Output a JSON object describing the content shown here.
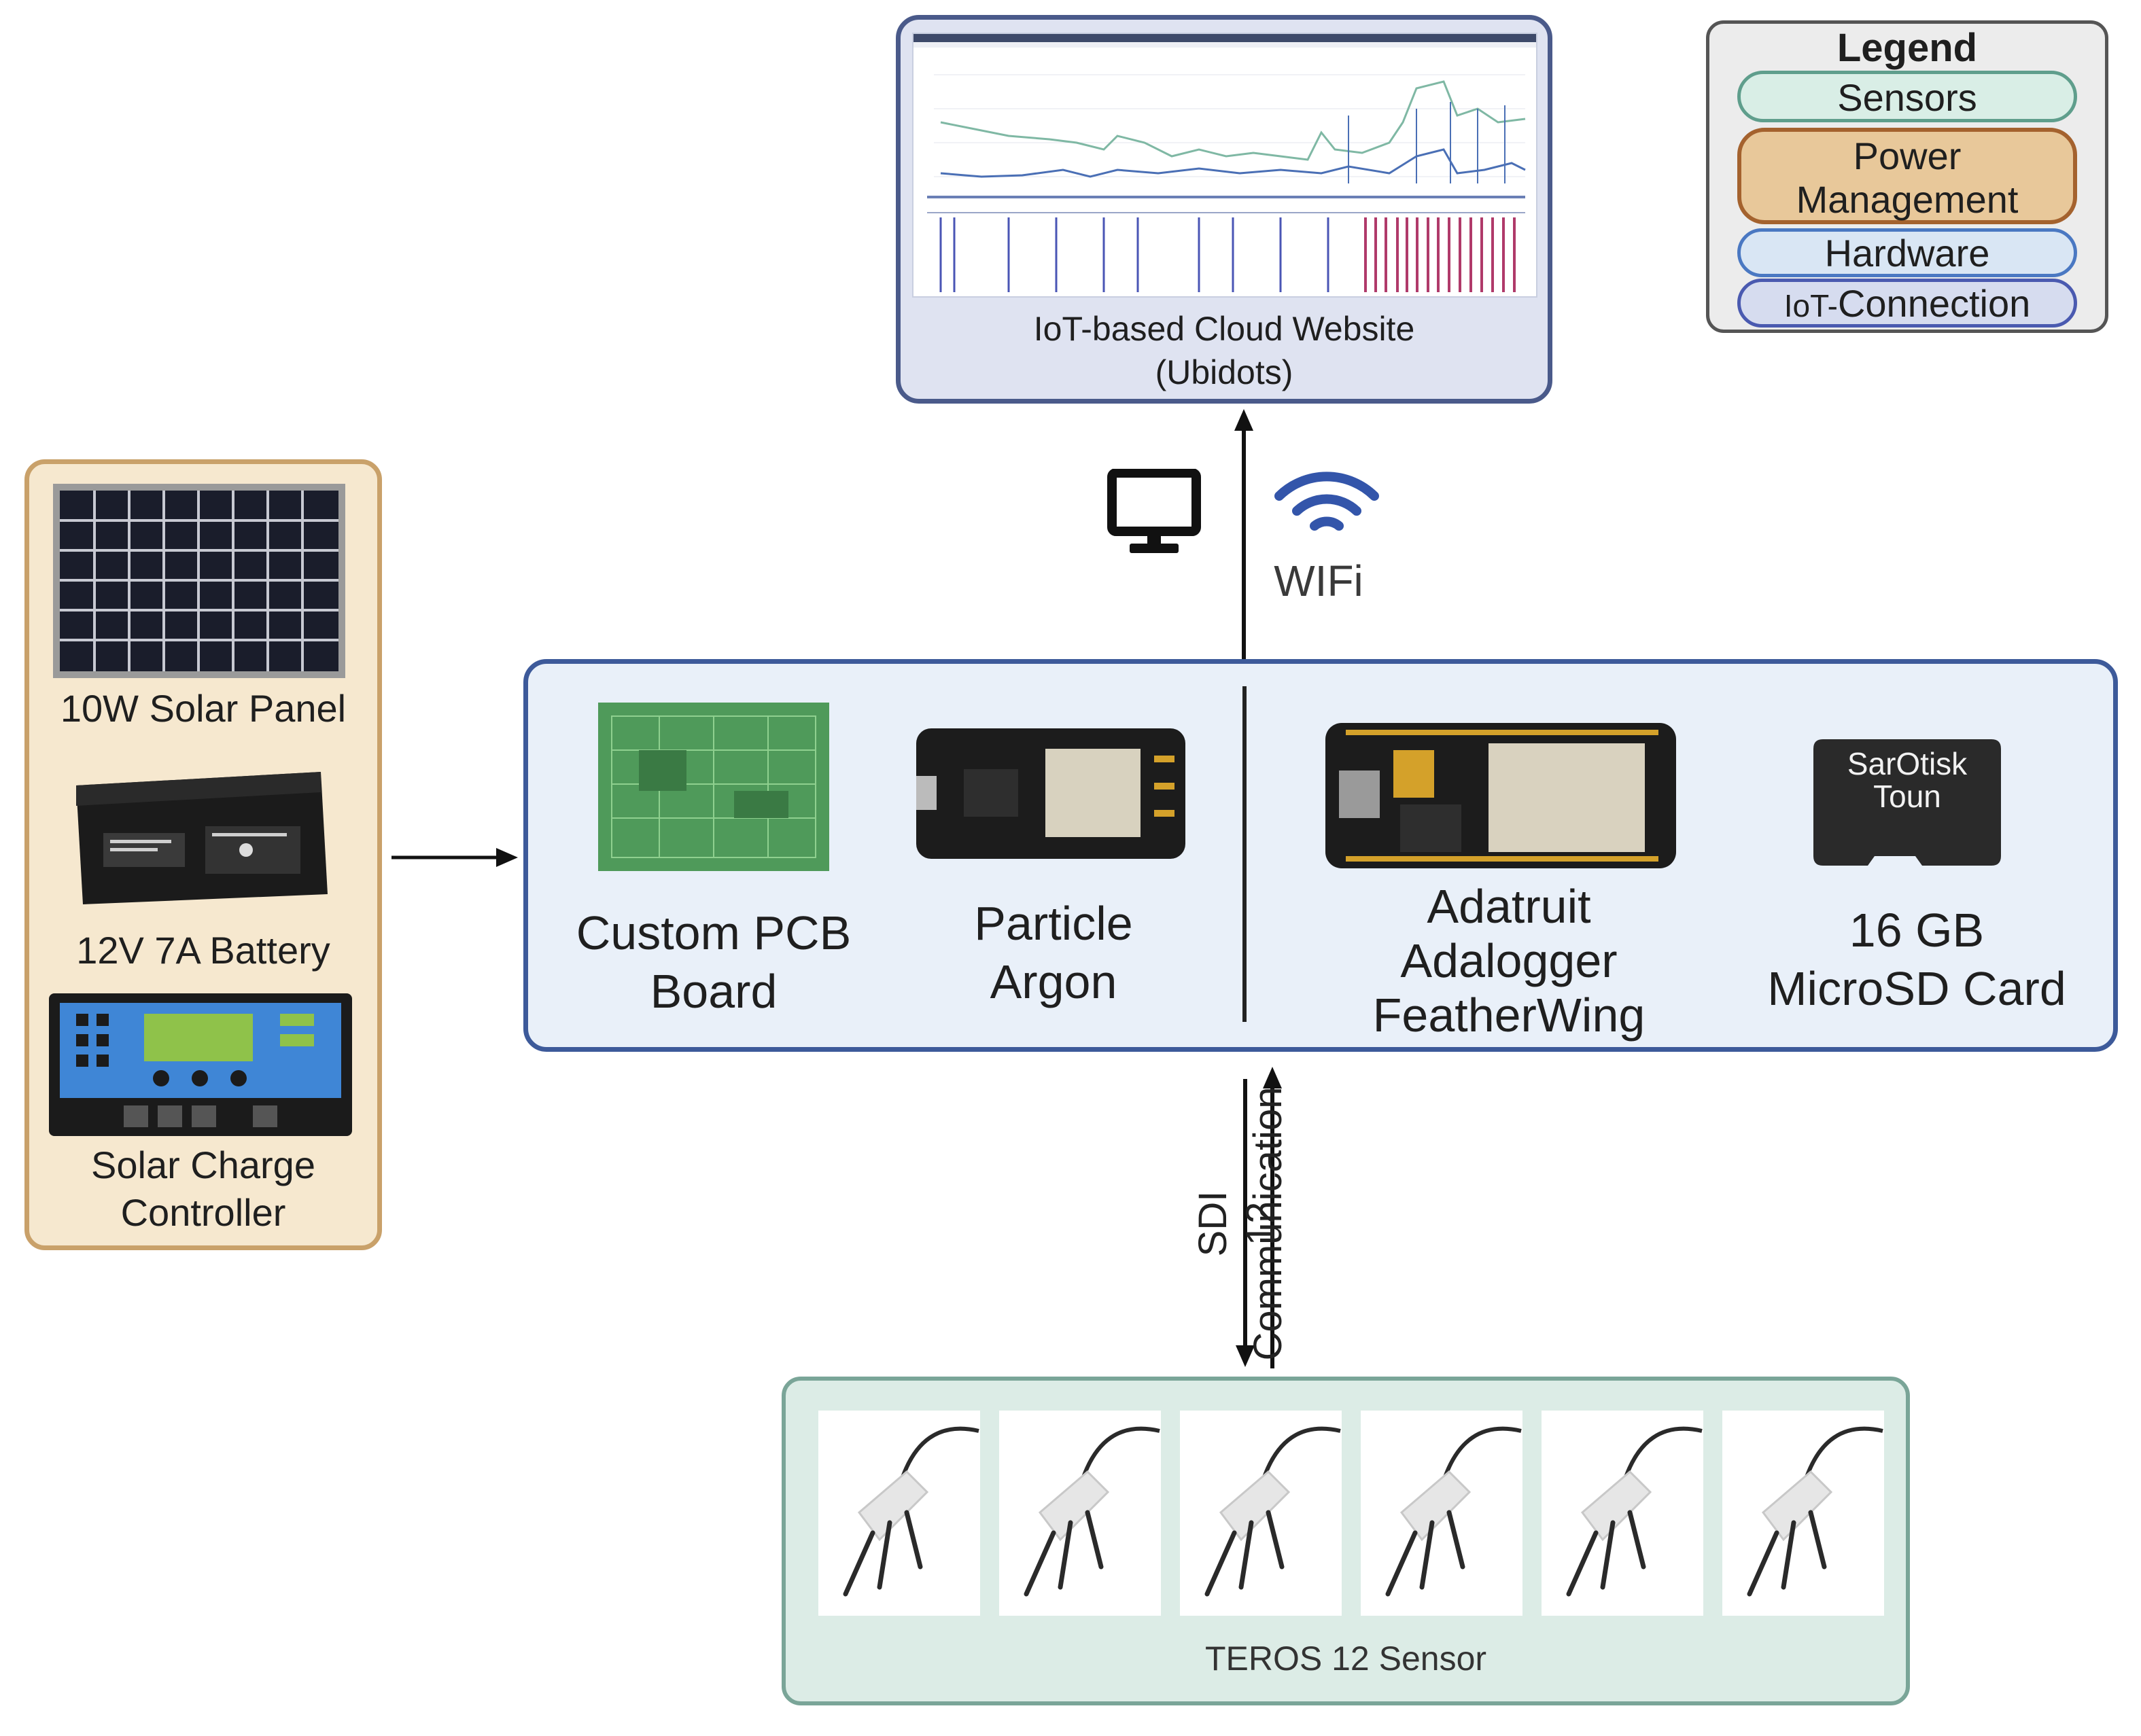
{
  "cloud": {
    "title_line1": "IoT-based Cloud Website",
    "title_line2": "(Ubidots)"
  },
  "legend": {
    "title": "Legend",
    "items": [
      {
        "label": "Sensors",
        "fill": "#d9eee6",
        "border": "#5f9e8c"
      },
      {
        "label": "Power",
        "label2": "Management",
        "fill": "#e8c89a",
        "border": "#a4622e"
      },
      {
        "label": "Hardware",
        "fill": "#d9e6f4",
        "border": "#4a78c2"
      },
      {
        "label_prefix": "IoT-",
        "label": "Connection",
        "fill": "#d6dcef",
        "border": "#4a5ab0"
      }
    ]
  },
  "connection": {
    "wifi_label": "WIFi"
  },
  "power": {
    "solar_panel": "10W Solar Panel",
    "battery": "12V 7A Battery",
    "controller_line1": "Solar Charge",
    "controller_line2": "Controller"
  },
  "hardware": {
    "pcb_line1": "Custom PCB",
    "pcb_line2": "Board",
    "argon_line1": "Particle",
    "argon_line2": "Argon",
    "adalogger_line1": "Adatruit",
    "adalogger_line2": "Adalogger",
    "adalogger_line3": "FeatherWing",
    "sd_line1": "16 GB",
    "sd_line2": "MicroSD Card",
    "sd_card_text1": "SarOtisk",
    "sd_card_text2": "Toun"
  },
  "link": {
    "sdi_label": "SDI 12",
    "comm_label": "Communication"
  },
  "sensors": {
    "title": "TEROS 12 Sensor",
    "count": 6
  },
  "colors": {
    "accent_blue": "#3d5a9a",
    "wifi_blue": "#3355aa"
  }
}
